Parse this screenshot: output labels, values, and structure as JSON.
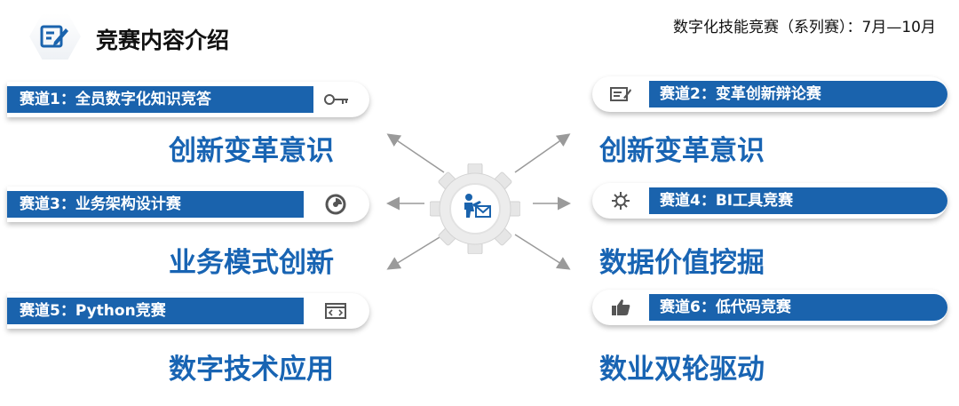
{
  "header": {
    "title": "竞赛内容介绍",
    "schedule": "数字化技能竞赛（系列赛）：7月—10月",
    "title_icon": "edit-form-icon"
  },
  "tracks": [
    {
      "label": "赛道1：全员数字化知识竞答",
      "theme": "创新变革意识",
      "icon": "key-icon"
    },
    {
      "label": "赛道2：变革创新辩论赛",
      "theme": "创新变革意识",
      "icon": "document-icon"
    },
    {
      "label": "赛道3：业务架构设计赛",
      "theme": "业务模式创新",
      "icon": "pie-chart-icon"
    },
    {
      "label": "赛道4：BI工具竞赛",
      "theme": "数据价值挖掘",
      "icon": "network-gear-icon"
    },
    {
      "label": "赛道5：Python竞赛",
      "theme": "数字技术应用",
      "icon": "code-window-icon"
    },
    {
      "label": "赛道6：低代码竞赛",
      "theme": "数业双轮驱动",
      "icon": "thumbs-up-icon"
    }
  ],
  "center_icon": "worker-icon",
  "colors": {
    "brand_blue": "#1a63ad",
    "theme_blue": "#1864b3",
    "arrow_gray": "#9a9a9a"
  }
}
